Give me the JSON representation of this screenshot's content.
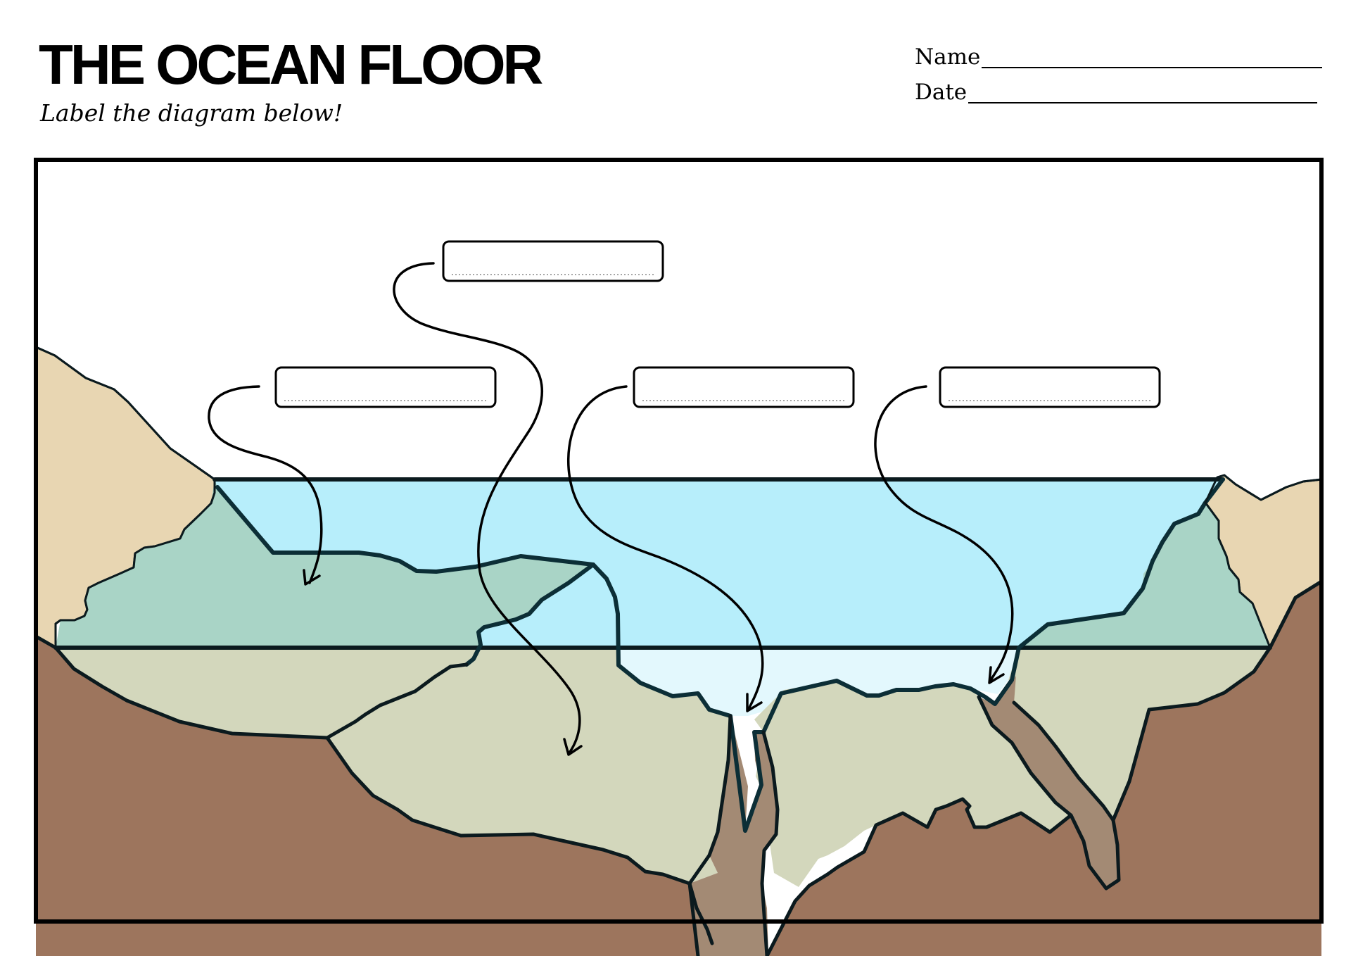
{
  "header": {
    "title": "THE OCEAN FLOOR",
    "subtitle": "Label the diagram below!",
    "name_label": "Name",
    "date_label": "Date"
  },
  "colors": {
    "land_tan": "#E8D6B2",
    "earth_brown": "#9D755D",
    "magma_brown": "#A38A74",
    "shallow_water": "#B7EEFB",
    "deep_water": "#E3F8FD",
    "shelf_green": "#A9D4C6",
    "sediment": "#D3D7BC",
    "outline": "#0B1A1E"
  },
  "diagram": {
    "label_boxes": [
      {
        "id": "top-center",
        "value": ""
      },
      {
        "id": "left",
        "value": ""
      },
      {
        "id": "center",
        "value": ""
      },
      {
        "id": "right",
        "value": ""
      }
    ]
  }
}
